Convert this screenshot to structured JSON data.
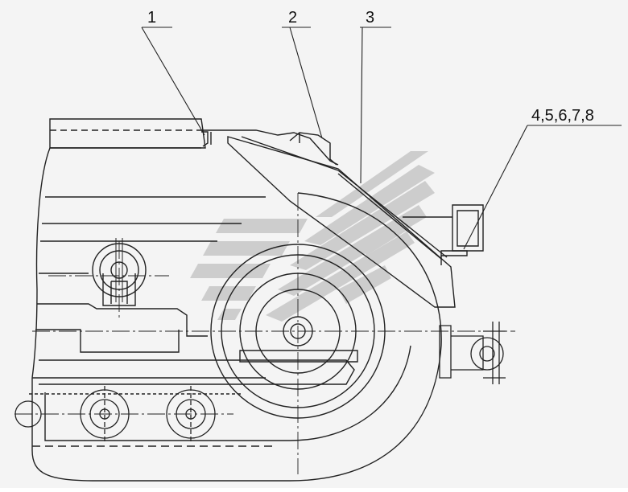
{
  "callouts": [
    {
      "id": "1",
      "label": "1"
    },
    {
      "id": "2",
      "label": "2"
    },
    {
      "id": "3",
      "label": "3"
    },
    {
      "id": "4",
      "label": "4,5,6,7,8"
    }
  ],
  "watermark": {
    "icon": "logo-watermark",
    "color": "#c8c8c8"
  },
  "colors": {
    "line": "#222222",
    "paper": "#f4f4f4",
    "hatch": "#555555"
  }
}
